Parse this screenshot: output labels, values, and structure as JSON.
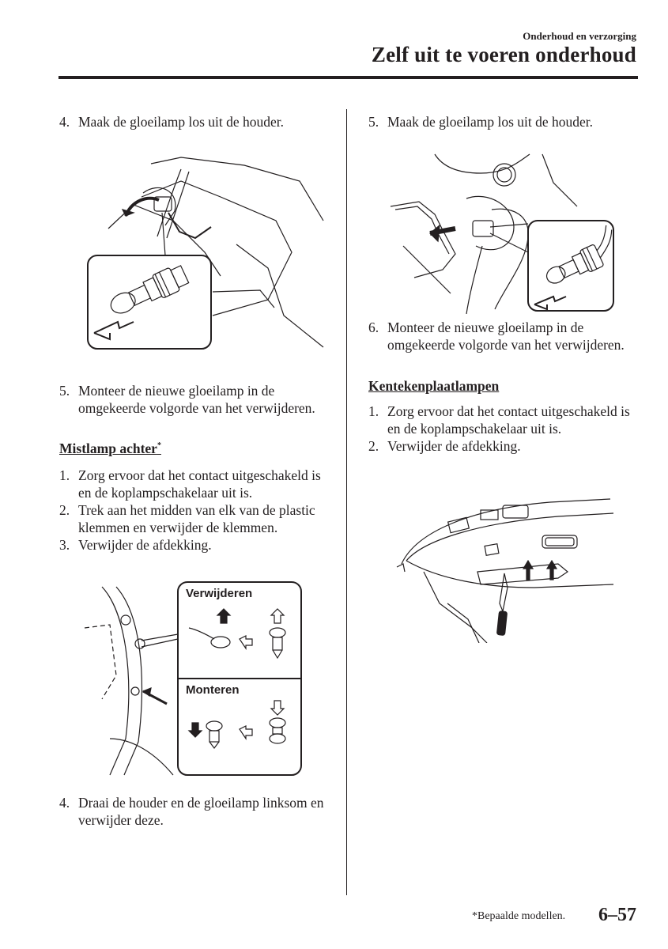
{
  "header": {
    "section": "Onderhoud en verzorging",
    "title": "Zelf uit te voeren onderhoud"
  },
  "left": {
    "step4_top": {
      "num": "4.",
      "text": "Maak de gloeilamp los uit de houder."
    },
    "step5": {
      "num": "5.",
      "text": "Monteer de nieuwe gloeilamp in de omgekeerde volgorde van het verwijderen."
    },
    "section_title": "Mistlamp achter",
    "section_mark": "*",
    "steps": [
      {
        "num": "1.",
        "text": "Zorg ervoor dat het contact uitgeschakeld is en de koplampschakelaar uit is."
      },
      {
        "num": "2.",
        "text": "Trek aan het midden van elk van de plastic klemmen en verwijder de klemmen."
      },
      {
        "num": "3.",
        "text": "Verwijder de afdekking."
      }
    ],
    "figure_labels": {
      "remove": "Verwijderen",
      "install": "Monteren"
    },
    "step4_bottom": {
      "num": "4.",
      "text": "Draai de houder en de gloeilamp linksom en verwijder deze."
    }
  },
  "right": {
    "step5": {
      "num": "5.",
      "text": "Maak de gloeilamp los uit de houder."
    },
    "step6": {
      "num": "6.",
      "text": "Monteer de nieuwe gloeilamp in de omgekeerde volgorde van het verwijderen."
    },
    "section_title": "Kentekenplaatlampen",
    "steps": [
      {
        "num": "1.",
        "text": "Zorg ervoor dat het contact uitgeschakeld is en de koplampschakelaar uit is."
      },
      {
        "num": "2.",
        "text": "Verwijder de afdekking."
      }
    ]
  },
  "footer": {
    "note": "*Bepaalde modellen.",
    "page": "6–57"
  }
}
